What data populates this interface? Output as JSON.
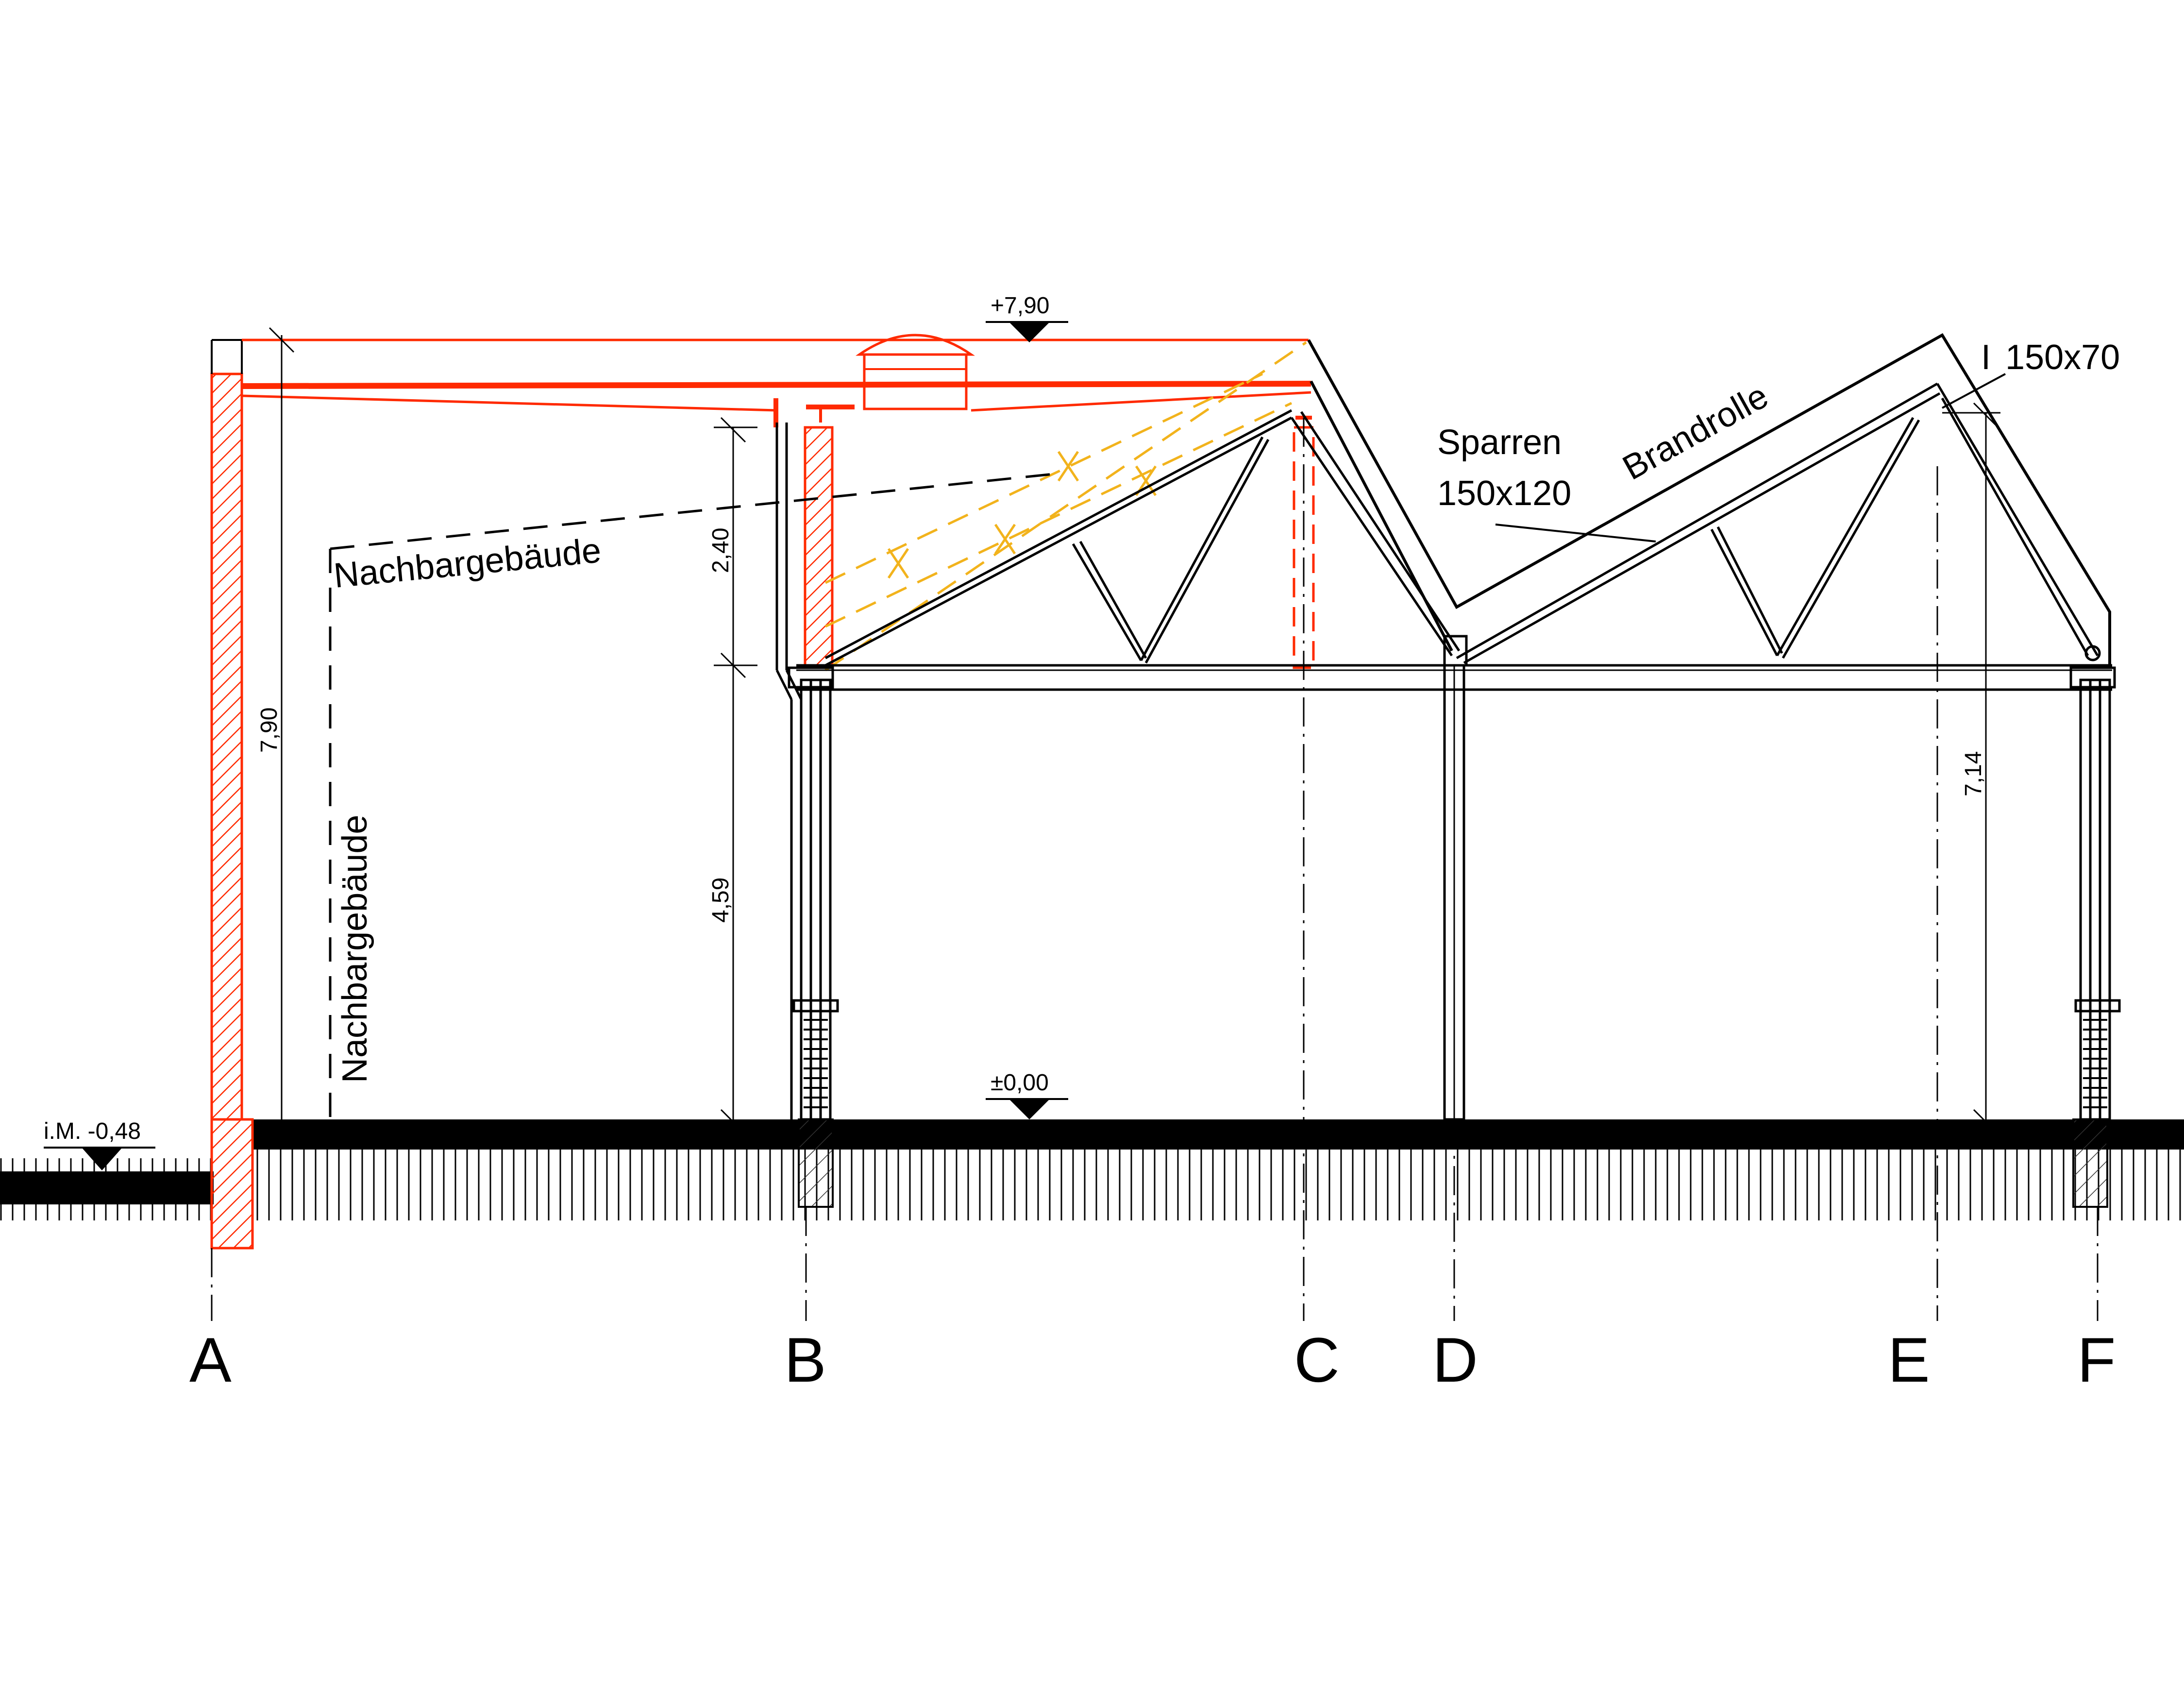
{
  "levels": {
    "top": "+7,90",
    "ground": "±0,00",
    "outside": "i.M. -0,48"
  },
  "dimensions": {
    "total_height": "7,90",
    "upper_height": "2,40",
    "lower_height": "4,59",
    "right_height": "7,14"
  },
  "labels": {
    "neighbor_horizontal": "Nachbargebäude",
    "neighbor_vertical": "Nachbargebäude",
    "rafter_line1": "Sparren",
    "rafter_line2": "150x120",
    "fire_roll": "Brandrolle",
    "beam_profile": "150x70"
  },
  "axes": [
    "A",
    "B",
    "C",
    "D",
    "E",
    "F"
  ],
  "colors": {
    "line": "#000000",
    "demolition": "#ff2a00",
    "hatch": "#ff2a00",
    "dashed_yellow": "#f2b31c"
  }
}
